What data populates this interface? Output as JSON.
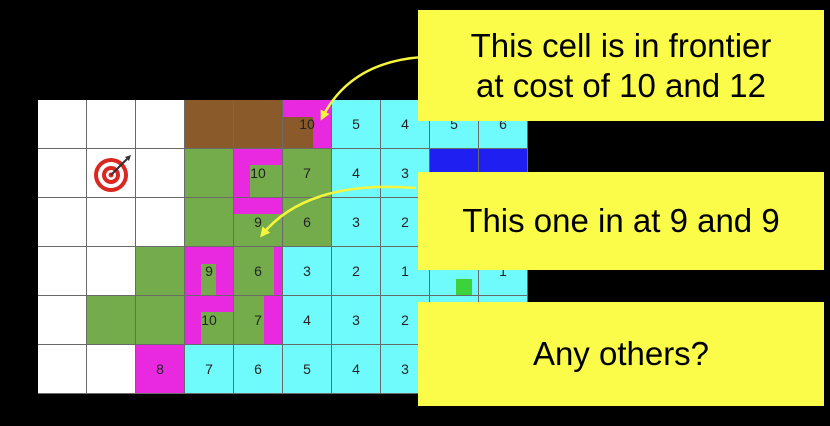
{
  "palette": {
    "empty": "#ffffff",
    "brown": "#8b5a2b",
    "green": "#74ac4b",
    "magenta": "#e829e0",
    "cyan": "#6ffbfc",
    "blue": "#1f1ff2",
    "arrow": "#f5f53c",
    "callout": "#fbfb4a"
  },
  "goal_icon": "target-with-dart-icon",
  "grid": {
    "rows": 6,
    "cols": 10,
    "cells": [
      [
        "empty",
        "empty",
        "empty",
        "brown",
        "brown",
        "brown",
        "cyan",
        "cyan",
        "cyan",
        "cyan"
      ],
      [
        "empty",
        "empty",
        "empty",
        "green",
        "green",
        "green",
        "cyan",
        "cyan",
        "blue",
        "blue"
      ],
      [
        "empty",
        "empty",
        "empty",
        "green",
        "green",
        "green",
        "cyan",
        "cyan",
        "cyan",
        "cyan"
      ],
      [
        "empty",
        "empty",
        "green",
        "green",
        "green",
        "cyan",
        "cyan",
        "cyan",
        "cyan",
        "cyan"
      ],
      [
        "empty",
        "green",
        "green",
        "green",
        "green",
        "cyan",
        "cyan",
        "cyan",
        "cyan",
        "cyan"
      ],
      [
        "empty",
        "empty",
        "magenta",
        "cyan",
        "cyan",
        "cyan",
        "cyan",
        "cyan",
        "cyan",
        "cyan"
      ]
    ],
    "labels": [
      {
        "r": 0,
        "c": 5,
        "text": "10"
      },
      {
        "r": 0,
        "c": 6,
        "text": "5"
      },
      {
        "r": 0,
        "c": 7,
        "text": "4"
      },
      {
        "r": 0,
        "c": 8,
        "text": "5"
      },
      {
        "r": 0,
        "c": 9,
        "text": "6"
      },
      {
        "r": 1,
        "c": 4,
        "text": "10"
      },
      {
        "r": 1,
        "c": 5,
        "text": "7"
      },
      {
        "r": 1,
        "c": 6,
        "text": "4"
      },
      {
        "r": 1,
        "c": 7,
        "text": "3"
      },
      {
        "r": 2,
        "c": 4,
        "text": "9"
      },
      {
        "r": 2,
        "c": 5,
        "text": "6"
      },
      {
        "r": 2,
        "c": 6,
        "text": "3"
      },
      {
        "r": 2,
        "c": 7,
        "text": "2"
      },
      {
        "r": 3,
        "c": 3,
        "text": "9"
      },
      {
        "r": 3,
        "c": 4,
        "text": "6"
      },
      {
        "r": 3,
        "c": 5,
        "text": "3"
      },
      {
        "r": 3,
        "c": 6,
        "text": "2"
      },
      {
        "r": 3,
        "c": 7,
        "text": "1"
      },
      {
        "r": 3,
        "c": 9,
        "text": "1"
      },
      {
        "r": 4,
        "c": 3,
        "text": "10"
      },
      {
        "r": 4,
        "c": 4,
        "text": "7"
      },
      {
        "r": 4,
        "c": 5,
        "text": "4"
      },
      {
        "r": 4,
        "c": 6,
        "text": "3"
      },
      {
        "r": 4,
        "c": 7,
        "text": "2"
      },
      {
        "r": 5,
        "c": 2,
        "text": "8"
      },
      {
        "r": 5,
        "c": 3,
        "text": "7"
      },
      {
        "r": 5,
        "c": 4,
        "text": "6"
      },
      {
        "r": 5,
        "c": 5,
        "text": "5"
      },
      {
        "r": 5,
        "c": 6,
        "text": "4"
      },
      {
        "r": 5,
        "c": 7,
        "text": "3"
      }
    ]
  },
  "callouts": {
    "top": [
      "This cell is in frontier",
      "at cost of 10 and 12"
    ],
    "middle": [
      "This one in at 9 and 9"
    ],
    "bottom": [
      "Any others?"
    ]
  }
}
